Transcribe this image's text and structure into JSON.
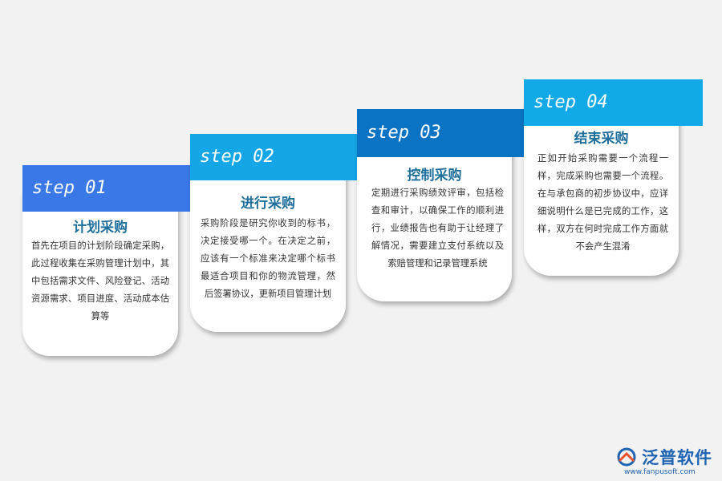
{
  "steps": [
    {
      "label": "step 01",
      "title": "计划采购",
      "text": "首先在项目的计划阶段确定采购，此过程收集在采购管理计划中，其中包括需求文件、风险登记、活动资源需求、项目进度、活动成本估算等",
      "color": "#3b78e7"
    },
    {
      "label": "step 02",
      "title": "进行采购",
      "text": "采购阶段是研究你收到的标书，决定接受哪一个。在决定之前，应该有一个标准来决定哪个标书最适合项目和你的物流管理，然后签署协议，更新项目管理计划",
      "color": "#14a6e6"
    },
    {
      "label": "step 03",
      "title": "控制采购",
      "text": "定期进行采购绩效评审，包括检查和审计，以确保工作的顺利进行，业绩报告也有助于让经理了解情况，需要建立支付系统以及索赔管理和记录管理系统",
      "color": "#0a73c4"
    },
    {
      "label": "step 04",
      "title": "结束采购",
      "text": "正如开始采购需要一个流程一样，完成采购也需要一个流程。在与承包商的初步协议中，应详细说明什么是已完成的工作，这样，双方在何时完成工作方面就不会产生混淆",
      "color": "#11a9e8"
    }
  ],
  "logo": {
    "name": "泛普软件",
    "url": "www.fanpusoft.com",
    "color": "#1f64b2",
    "accent": "#e8532b"
  }
}
